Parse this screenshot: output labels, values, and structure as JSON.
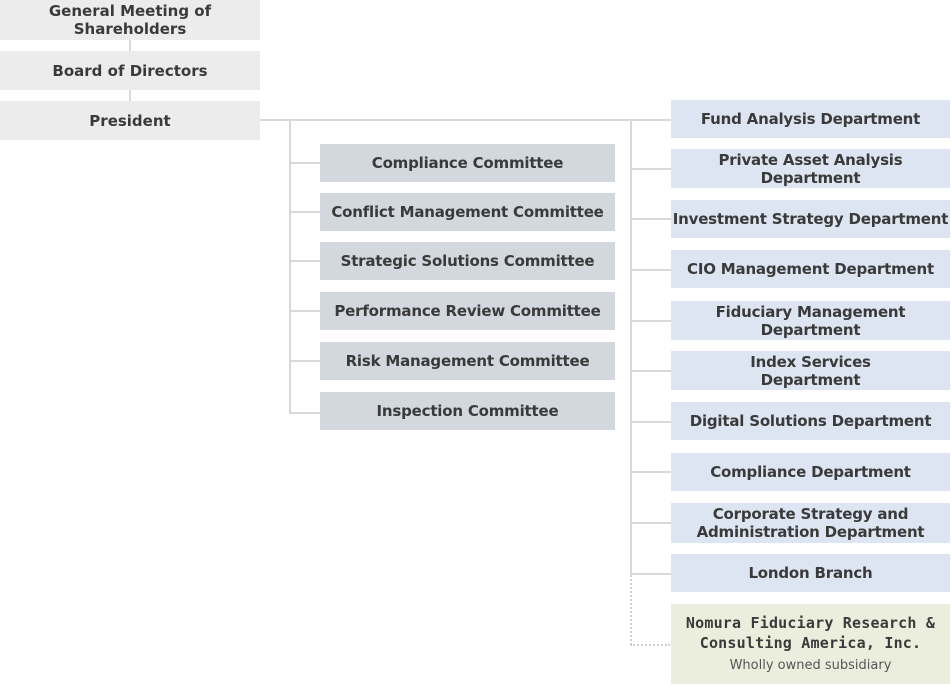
{
  "top": {
    "shareholders": "General Meeting of\nShareholders",
    "board": "Board of Directors",
    "president": "President"
  },
  "committees": [
    "Compliance Committee",
    "Conflict Management Committee",
    "Strategic Solutions Committee",
    "Performance Review Committee",
    "Risk Management Committee",
    "Inspection Committee"
  ],
  "departments": [
    "Fund Analysis Department",
    "Private Asset Analysis\nDepartment",
    "Investment Strategy Department",
    "CIO Management Department",
    "Fiduciary Management\nDepartment",
    "Index Services\nDepartment",
    "Digital Solutions Department",
    "Compliance Department",
    "Corporate Strategy and\nAdministration Department",
    "London Branch"
  ],
  "subsidiary": {
    "name": "Nomura Fiduciary Research &\nConsulting America, Inc.",
    "note": "Wholly owned subsidiary"
  },
  "colors": {
    "top_box": "#ececec",
    "committee_box": "#d3d7de",
    "department_box": "#dde5f2",
    "subsidiary_box": "#eceedd",
    "connector": "#d9d9d9"
  }
}
